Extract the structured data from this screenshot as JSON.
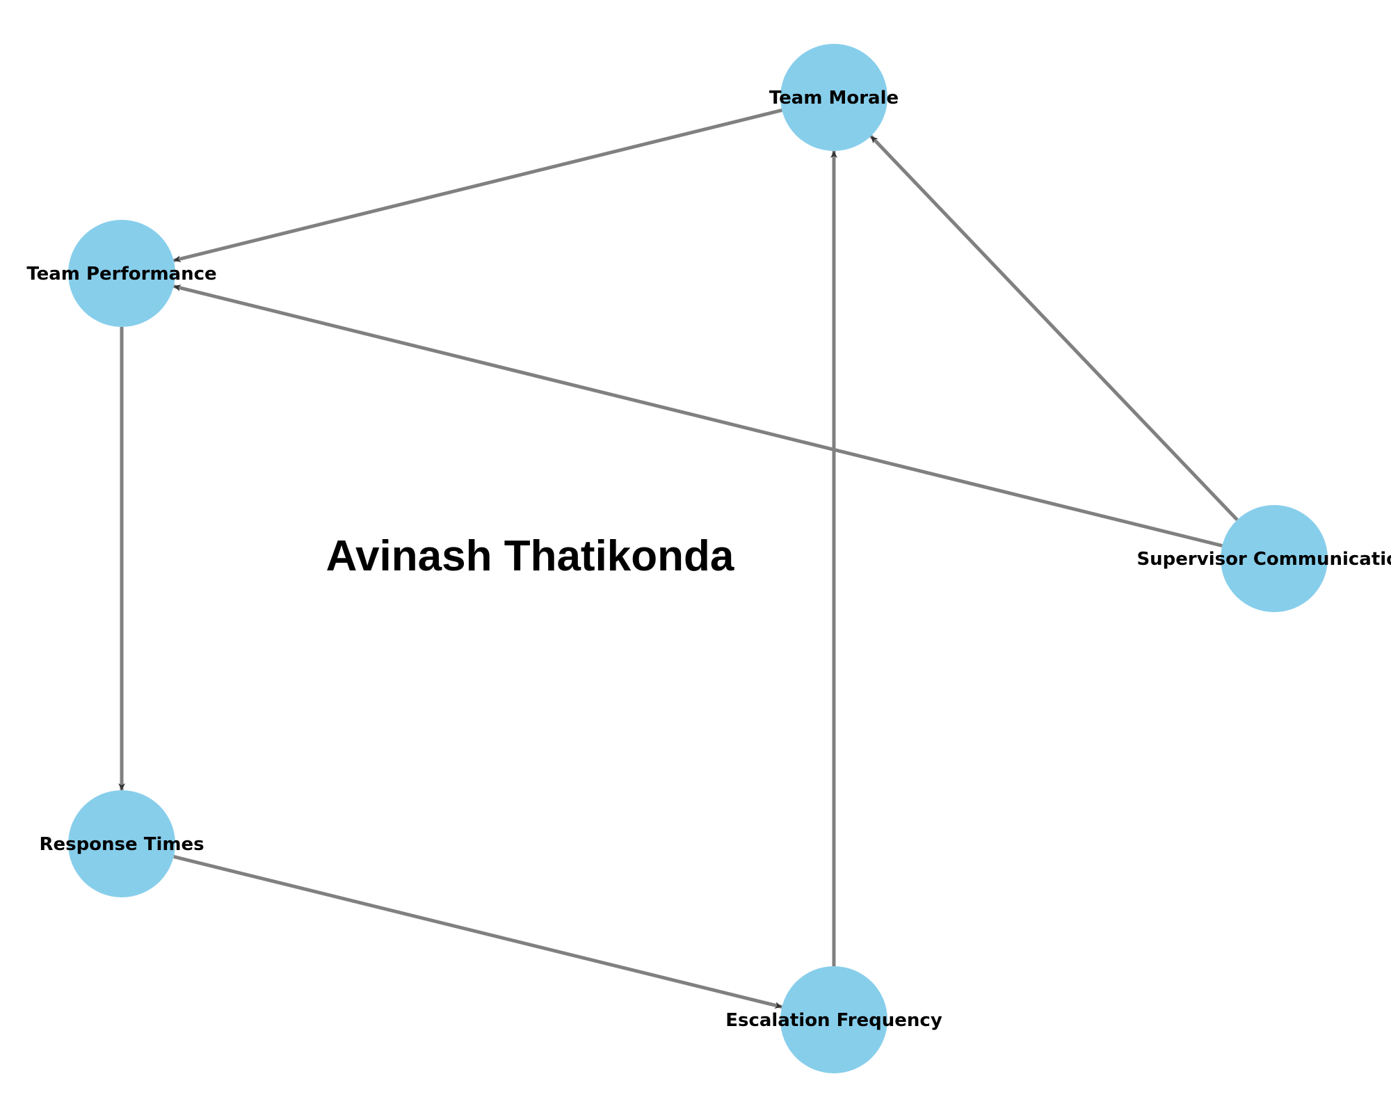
{
  "colors": {
    "node_fill": "#87CEEB",
    "edge_stroke": "#808080",
    "arrow_head": "#333333",
    "label_text": "#000000"
  },
  "watermark": "Avinash Thatikonda",
  "nodes": [
    {
      "id": "team-morale",
      "label": "Team Morale"
    },
    {
      "id": "team-performance",
      "label": "Team Performance"
    },
    {
      "id": "supervisor-communication",
      "label": "Supervisor Communication"
    },
    {
      "id": "response-times",
      "label": "Response Times"
    },
    {
      "id": "escalation-frequency",
      "label": "Escalation Frequency"
    }
  ],
  "edges": [
    {
      "from": "team-morale",
      "to": "team-performance"
    },
    {
      "from": "supervisor-communication",
      "to": "team-morale"
    },
    {
      "from": "supervisor-communication",
      "to": "team-performance"
    },
    {
      "from": "team-performance",
      "to": "response-times"
    },
    {
      "from": "response-times",
      "to": "escalation-frequency"
    },
    {
      "from": "escalation-frequency",
      "to": "team-morale"
    }
  ]
}
